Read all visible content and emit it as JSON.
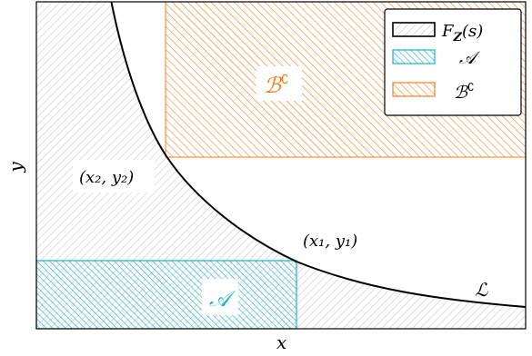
{
  "axes": {
    "xlabel": "x",
    "ylabel": "y"
  },
  "labels": {
    "region_a": "𝒜",
    "region_b_complement": "ℬ",
    "region_b_complement_sup": "∁",
    "point_2": "(x₂, y₂)",
    "point_1": "(x₁, y₁)",
    "curve": "ℒ"
  },
  "legend": {
    "location": "top-right",
    "items": [
      {
        "label": "F",
        "label_sub": "Z",
        "label_args": "(s)",
        "style": "gray-hatch"
      },
      {
        "label": "𝒜",
        "style": "teal-hatch"
      },
      {
        "label": "ℬ",
        "label_sup": "∁",
        "style": "orange-hatch"
      }
    ]
  },
  "colors": {
    "teal": "#1fb5c3",
    "orange": "#ee7f22",
    "gray_hatch": "#c8c8c8",
    "curve": "#000000"
  }
}
